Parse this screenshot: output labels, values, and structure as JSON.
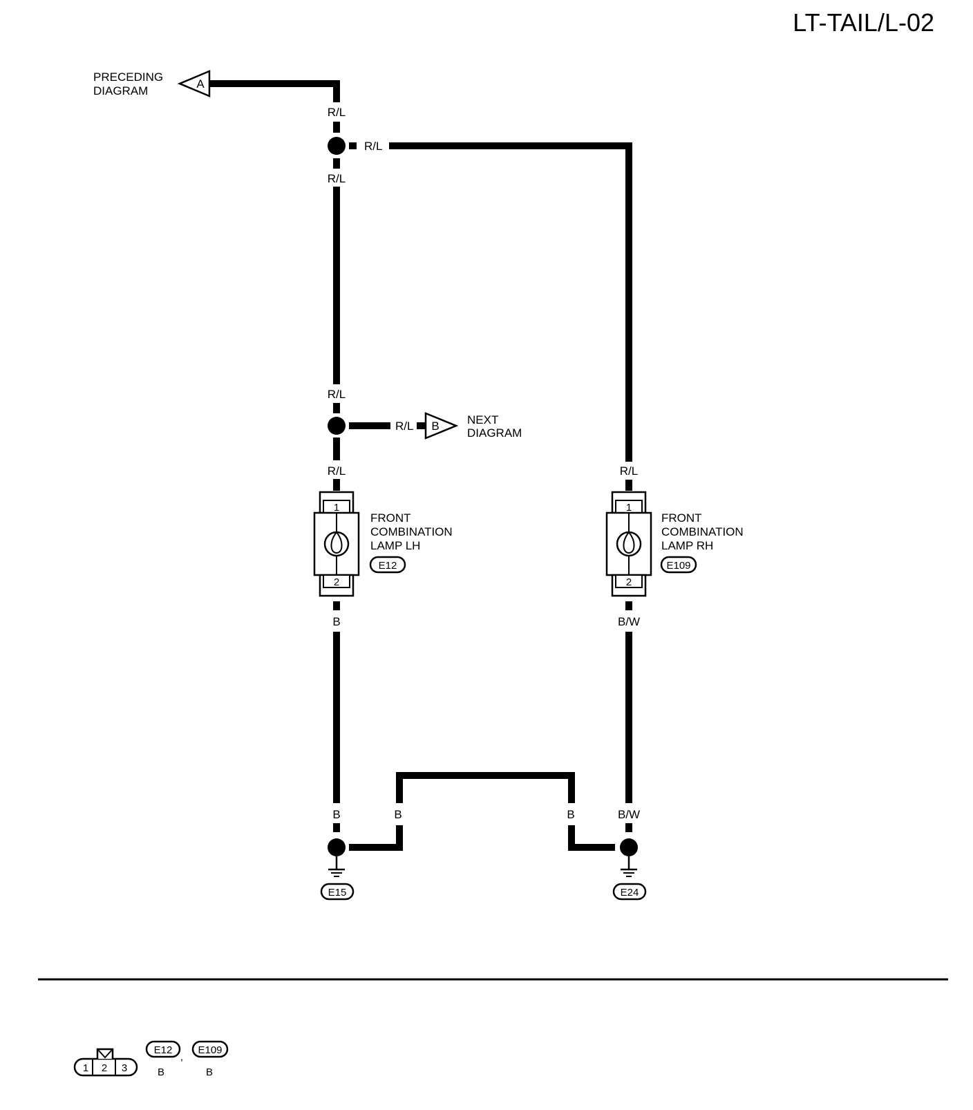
{
  "diagram_id": "LT-TAIL/L-02",
  "preceding": {
    "line1": "PRECEDING",
    "line2": "DIAGRAM",
    "connector": "A"
  },
  "next": {
    "line1": "NEXT",
    "line2": "DIAGRAM",
    "connector": "B"
  },
  "wires": {
    "top": "R/L",
    "junction_branch": "R/L",
    "below_junction": "R/L",
    "above_next_junction": "R/L",
    "next_branch": "R/L",
    "lh_feed": "R/L",
    "rh_feed": "R/L",
    "lh_ground": "B",
    "rh_ground": "B/W",
    "lh_ground_bottom": "B",
    "jumper_left": "B",
    "jumper_right": "B",
    "rh_ground_bottom": "B/W"
  },
  "lamp_lh": {
    "line1": "FRONT",
    "line2": "COMBINATION",
    "line3": "LAMP LH",
    "connector": "E12",
    "pin_top": "1",
    "pin_bottom": "2"
  },
  "lamp_rh": {
    "line1": "FRONT",
    "line2": "COMBINATION",
    "line3": "LAMP RH",
    "connector": "E109",
    "pin_top": "1",
    "pin_bottom": "2"
  },
  "grounds": {
    "left": "E15",
    "right": "E24"
  },
  "legend": {
    "pins": [
      "1",
      "2",
      "3"
    ],
    "connector1": "E12",
    "color1": "B",
    "separator": ",",
    "connector2": "E109",
    "color2": "B"
  }
}
